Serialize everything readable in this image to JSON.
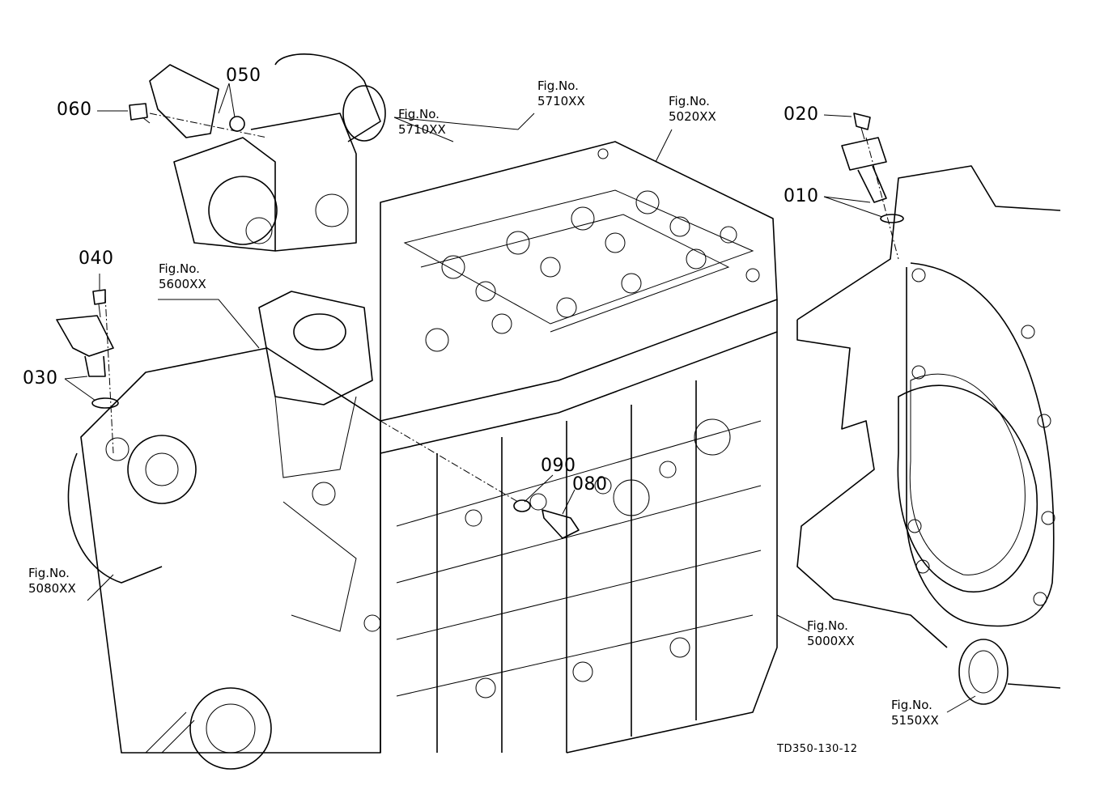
{
  "part_labels": {
    "p010": "010",
    "p020": "020",
    "p030": "030",
    "p040": "040",
    "p050": "050",
    "p060": "060",
    "p080": "080",
    "p090": "090"
  },
  "fig_refs": {
    "f5710a": {
      "title": "Fig.No.",
      "code": "5710XX"
    },
    "f5710b": {
      "title": "Fig.No.",
      "code": "5710XX"
    },
    "f5020": {
      "title": "Fig.No.",
      "code": "5020XX"
    },
    "f5600": {
      "title": "Fig.No.",
      "code": "5600XX"
    },
    "f5080": {
      "title": "Fig.No.",
      "code": "5080XX"
    },
    "f5000": {
      "title": "Fig.No.",
      "code": "5000XX"
    },
    "f5150": {
      "title": "Fig.No.",
      "code": "5150XX"
    }
  },
  "drawing_code": "TD350-130-12"
}
